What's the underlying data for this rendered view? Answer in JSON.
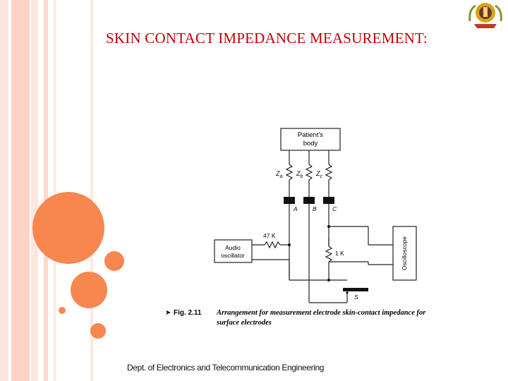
{
  "slide": {
    "title": "SKIN CONTACT IMPEDANCE MEASUREMENT:",
    "footer": "Dept. of Electronics and Telecommunication Engineering",
    "accent_color": "#f7864f",
    "title_color": "#c00000"
  },
  "logo": {
    "icon": "university-emblem-icon"
  },
  "diagram": {
    "patient_box": [
      "Patient's",
      "body"
    ],
    "impedances": [
      {
        "base": "Z",
        "sub": "a"
      },
      {
        "base": "Z",
        "sub": "b"
      },
      {
        "base": "Z",
        "sub": "c"
      }
    ],
    "electrodes": [
      "A",
      "B",
      "C"
    ],
    "resistor_47k": "47 K",
    "resistor_1k": "1 K",
    "audio_oscillator": [
      "Audio",
      "oscillator"
    ],
    "oscilloscope": "Oscilloscope",
    "switch_label": "S",
    "caption": {
      "number": "Fig. 2.11",
      "line1": "Arrangement for measurement electrode skin-contact impedance for",
      "line2": "surface electrodes"
    }
  }
}
